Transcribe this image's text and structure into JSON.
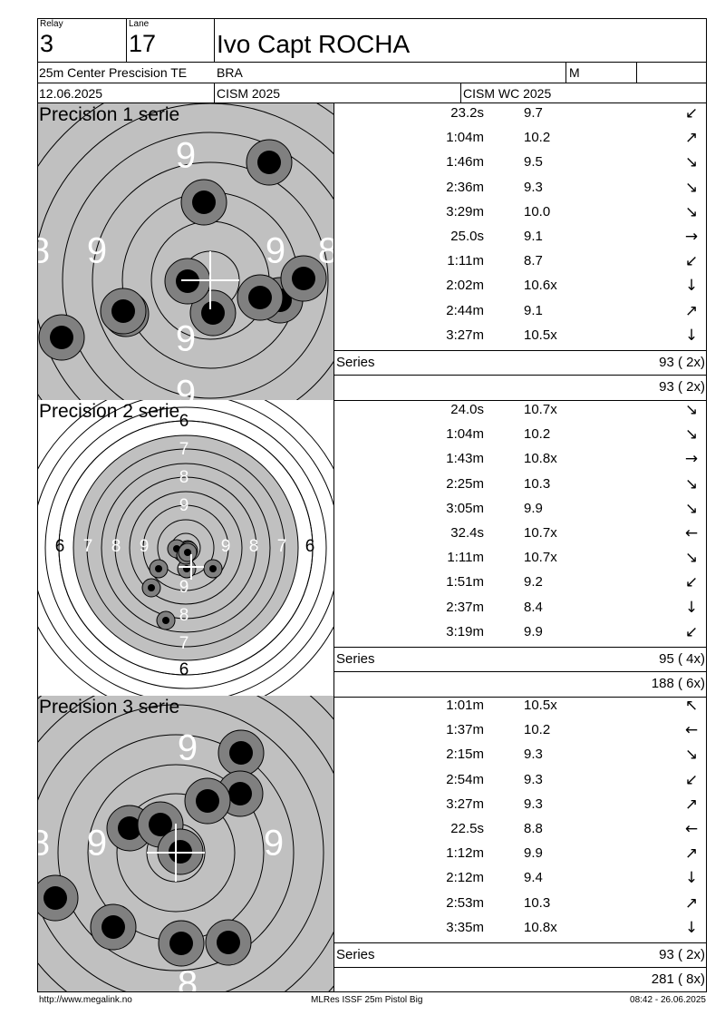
{
  "header": {
    "relay_label": "Relay",
    "relay": "3",
    "lane_label": "Lane",
    "lane": "17",
    "shooter": "Ivo Capt ROCHA",
    "event": "25m Center Prescision TE",
    "nation": "BRA",
    "gender": "M",
    "date": "12.06.2025",
    "competition": "CISM 2025",
    "match": "CISM WC 2025"
  },
  "series": [
    {
      "title": "Precision 1 serie",
      "target_type": "precision",
      "ring_numbers_visible": [
        "8",
        "9",
        "9",
        "9",
        "9",
        "8",
        "9",
        "8"
      ],
      "shots": [
        {
          "time": "23.2s",
          "value": "9.7",
          "arrow": "down-left"
        },
        {
          "time": "1:04m",
          "value": "10.2",
          "arrow": "up-right"
        },
        {
          "time": "1:46m",
          "value": "9.5",
          "arrow": "down-right"
        },
        {
          "time": "2:36m",
          "value": "9.3",
          "arrow": "down-right"
        },
        {
          "time": "3:29m",
          "value": "10.0",
          "arrow": "down-right-steep"
        },
        {
          "time": "25.0s",
          "value": "9.1",
          "arrow": "right"
        },
        {
          "time": "1:11m",
          "value": "8.7",
          "arrow": "down-left"
        },
        {
          "time": "2:02m",
          "value": "10.6x",
          "arrow": "down"
        },
        {
          "time": "2:44m",
          "value": "9.1",
          "arrow": "up-right"
        },
        {
          "time": "3:27m",
          "value": "10.5x",
          "arrow": "down"
        }
      ],
      "series_label": "Series",
      "series_total": "93 ( 2x)",
      "running_total": "93 ( 2x)"
    },
    {
      "title": "Precision 2 serie",
      "target_type": "overview",
      "ring_numbers_visible": [
        "6",
        "7",
        "8",
        "9",
        "6",
        "7",
        "8",
        "9",
        "9",
        "8",
        "7",
        "6",
        "9",
        "8",
        "7",
        "6"
      ],
      "shots": [
        {
          "time": "24.0s",
          "value": "10.7x",
          "arrow": "down-right"
        },
        {
          "time": "1:04m",
          "value": "10.2",
          "arrow": "down-right"
        },
        {
          "time": "1:43m",
          "value": "10.8x",
          "arrow": "right"
        },
        {
          "time": "2:25m",
          "value": "10.3",
          "arrow": "down-right-steep"
        },
        {
          "time": "3:05m",
          "value": "9.9",
          "arrow": "down-right"
        },
        {
          "time": "32.4s",
          "value": "10.7x",
          "arrow": "left"
        },
        {
          "time": "1:11m",
          "value": "10.7x",
          "arrow": "down-right"
        },
        {
          "time": "1:51m",
          "value": "9.2",
          "arrow": "down-left"
        },
        {
          "time": "2:37m",
          "value": "8.4",
          "arrow": "down"
        },
        {
          "time": "3:19m",
          "value": "9.9",
          "arrow": "down-left"
        }
      ],
      "series_label": "Series",
      "series_total": "95 ( 4x)",
      "running_total": "188 ( 6x)"
    },
    {
      "title": "Precision 3 serie",
      "target_type": "precision",
      "ring_numbers_visible": [
        "9",
        "9",
        "9",
        "8",
        "8"
      ],
      "shots": [
        {
          "time": "1:01m",
          "value": "10.5x",
          "arrow": "up-left"
        },
        {
          "time": "1:37m",
          "value": "10.2",
          "arrow": "left"
        },
        {
          "time": "2:15m",
          "value": "9.3",
          "arrow": "down-right-steep"
        },
        {
          "time": "2:54m",
          "value": "9.3",
          "arrow": "down-left"
        },
        {
          "time": "3:27m",
          "value": "9.3",
          "arrow": "up-right"
        },
        {
          "time": "22.5s",
          "value": "8.8",
          "arrow": "left"
        },
        {
          "time": "1:12m",
          "value": "9.9",
          "arrow": "up-right"
        },
        {
          "time": "2:12m",
          "value": "9.4",
          "arrow": "down"
        },
        {
          "time": "2:53m",
          "value": "10.3",
          "arrow": "up-right"
        },
        {
          "time": "3:35m",
          "value": "10.8x",
          "arrow": "down"
        }
      ],
      "series_label": "Series",
      "series_total": "93 ( 2x)",
      "running_total": "281 ( 8x)"
    }
  ],
  "footer": {
    "url": "http://www.megalink.no",
    "software": "MLRes ISSF 25m Pistol Big",
    "timestamp": "08:42 - 26.06.2025"
  },
  "colors": {
    "target_gray": "#c0c0c0",
    "shot_ring": "#808080",
    "shot_core": "#000000",
    "ring_number": "#ffffff"
  }
}
